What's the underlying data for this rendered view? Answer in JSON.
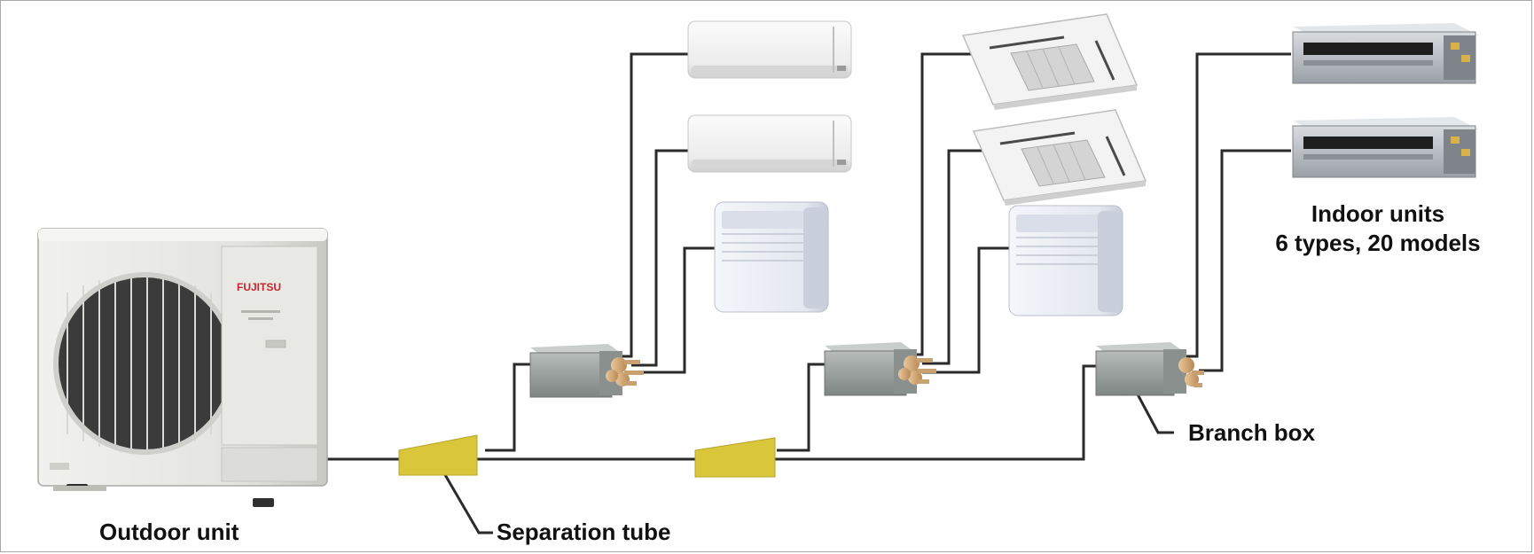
{
  "labels": {
    "outdoor_unit": "Outdoor unit",
    "separation_tube": "Separation tube",
    "branch_box": "Branch box",
    "indoor_units_line1": "Indoor units",
    "indoor_units_line2": "6 types, 20 models"
  },
  "outdoor_unit": {
    "brand": "FUJITSU"
  },
  "colors": {
    "pipe": "#2a2a2a",
    "separation_tube": "#d9c63a",
    "outdoor_body": "#e2e2de",
    "branch_box_body": "#9aa19e",
    "brand": "#c8262c"
  },
  "icons": {
    "outdoor_unit": "outdoor-unit-icon",
    "branch_box": "branch-box-icon",
    "separation_tube": "separation-tube-icon",
    "wall_mounted": "wall-mounted-indoor-unit-icon",
    "floor_standing": "floor-standing-indoor-unit-icon",
    "cassette": "cassette-indoor-unit-icon",
    "ducted": "ducted-indoor-unit-icon"
  }
}
